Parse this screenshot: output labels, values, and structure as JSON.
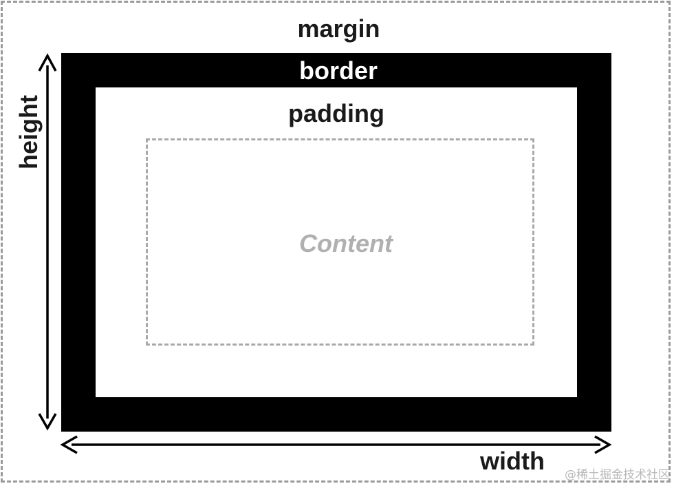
{
  "labels": {
    "margin": "margin",
    "border": "border",
    "padding": "padding",
    "content": "Content",
    "height": "height",
    "width": "width"
  },
  "watermark": "@稀土掘金技术社区",
  "colors": {
    "dashed_outline": "#9a9a9a",
    "border_fill": "#000000",
    "text_dark": "#1a1a1a",
    "content_text": "#b0b0b0",
    "background": "#ffffff"
  }
}
